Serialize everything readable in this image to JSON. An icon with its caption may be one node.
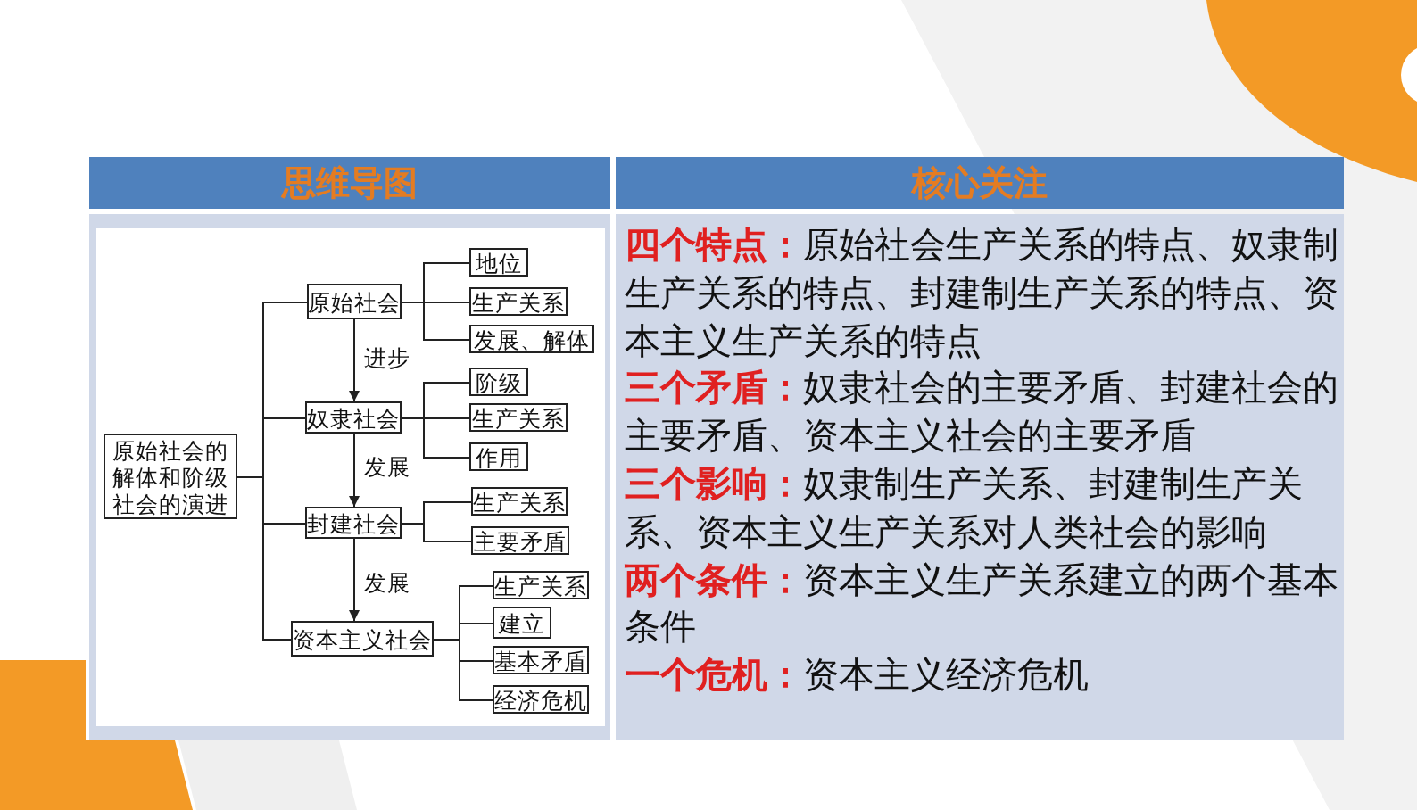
{
  "diagram": {
    "nodes": [
      {
        "text": [
          "原始社会的解体和阶级社会的演进"
        ]
      },
      {
        "text": [
          "原始社会"
        ]
      },
      {
        "text": [
          "地位"
        ]
      },
      {
        "text": [
          "生产关系"
        ]
      },
      {
        "text": [
          "发展、解体"
        ]
      },
      {
        "text": [
          "奴隶社会"
        ]
      },
      {
        "text": [
          "阶级"
        ]
      },
      {
        "text": [
          "生产关系"
        ]
      },
      {
        "text": [
          "作用"
        ]
      },
      {
        "text": [
          "封建社会"
        ]
      },
      {
        "text": [
          "生产关系"
        ]
      },
      {
        "text": [
          "主要矛盾"
        ]
      },
      {
        "text": [
          "资本主义社会"
        ]
      },
      {
        "text": [
          "生产关系"
        ]
      },
      {
        "text": [
          "建立"
        ]
      },
      {
        "text": [
          "基本矛盾"
        ]
      },
      {
        "text": [
          "经济危机"
        ]
      }
    ],
    "edges": [
      {
        "from": 0,
        "to": 1,
        "arrow": "none"
      },
      {
        "from": 0,
        "to": 5,
        "arrow": "none"
      },
      {
        "from": 0,
        "to": 9,
        "arrow": "none"
      },
      {
        "from": 0,
        "to": 12,
        "arrow": "none"
      },
      {
        "from": 1,
        "to": 2,
        "arrow": "none"
      },
      {
        "from": 1,
        "to": 3,
        "arrow": "none"
      },
      {
        "from": 1,
        "to": 4,
        "arrow": "none"
      },
      {
        "from": 1,
        "to": 5,
        "arrow": "to",
        "label": "进步"
      },
      {
        "from": 5,
        "to": 6,
        "arrow": "none"
      },
      {
        "from": 5,
        "to": 7,
        "arrow": "none"
      },
      {
        "from": 5,
        "to": 8,
        "arrow": "none"
      },
      {
        "from": 5,
        "to": 9,
        "arrow": "to",
        "label": "发展"
      },
      {
        "from": 9,
        "to": 10,
        "arrow": "none"
      },
      {
        "from": 9,
        "to": 11,
        "arrow": "none"
      },
      {
        "from": 9,
        "to": 12,
        "arrow": "to",
        "label": "发展"
      },
      {
        "from": 12,
        "to": 13,
        "arrow": "none"
      },
      {
        "from": 12,
        "to": 14,
        "arrow": "none"
      },
      {
        "from": 12,
        "to": 15,
        "arrow": "none"
      },
      {
        "from": 12,
        "to": 16,
        "arrow": "none"
      }
    ],
    "labels": [
      "思维导图",
      "核心关注",
      "**四个特点：**原始社会生产关系的特点、奴隶制生产关系的特点、封建制生产关系的特点、资本主义生产关系的特点",
      "**三个矛盾：**奴隶社会的主要矛盾、封建社会的主要矛盾、资本主义社会的主要矛盾",
      "**三个影响：**奴隶制生产关系、封建制生产关系、资本主义生产关系对人类社会的影响",
      "**两个条件：**资本主义生产关系建立的两个基本条件",
      "**一个危机：**资本主义经济危机"
    ]
  }
}
